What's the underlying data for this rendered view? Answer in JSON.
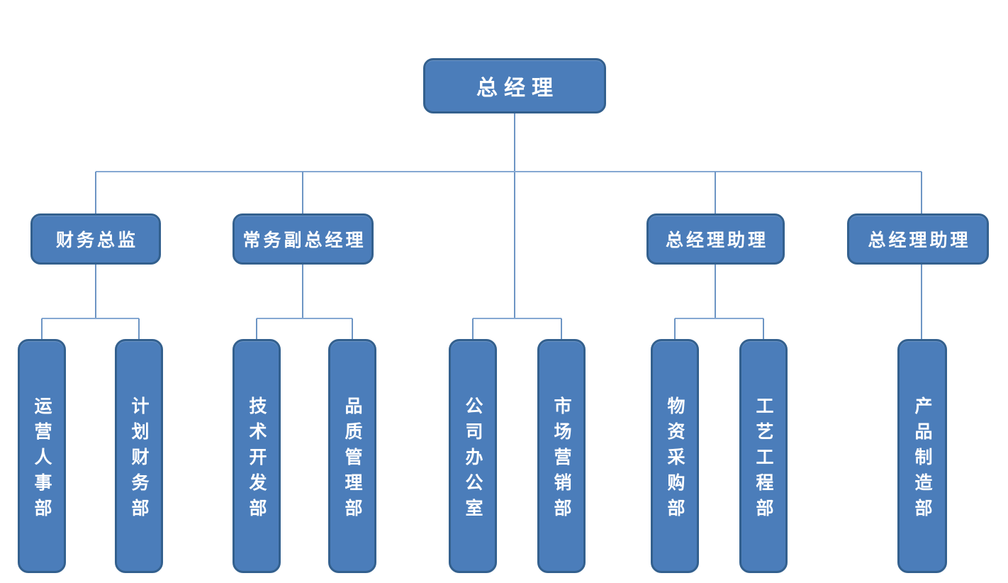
{
  "diagram_title": "company-organization-chart",
  "colors": {
    "box_fill": "#4b7dba",
    "box_border": "#33608e",
    "connector": "#6d95c4",
    "text": "#ffffff",
    "background": "#ffffff"
  },
  "org": {
    "root": "总经理",
    "branches": [
      {
        "manager": "财务总监",
        "departments": [
          "运营人事部",
          "计划财务部"
        ]
      },
      {
        "manager": "常务副总经理",
        "departments": [
          "技术开发部",
          "品质管理部"
        ]
      },
      {
        "manager": null,
        "departments": [
          "公司办公室",
          "市场营销部"
        ]
      },
      {
        "manager": "总经理助理",
        "departments": [
          "物资采购部",
          "工艺工程部"
        ]
      },
      {
        "manager": "总经理助理",
        "departments": [
          "产品制造部"
        ]
      }
    ]
  }
}
